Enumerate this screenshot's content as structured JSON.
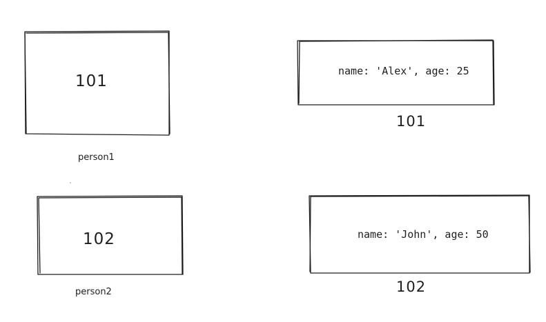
{
  "variables": [
    {
      "name": "person1",
      "address": "101"
    },
    {
      "name": "person2",
      "address": "102"
    }
  ],
  "heap": [
    {
      "content": "name: 'Alex', age: 25",
      "address": "101"
    },
    {
      "content": "name: 'John', age: 50",
      "address": "102"
    }
  ],
  "colors": {
    "stroke": "#1e1e1e",
    "background": "#ffffff"
  }
}
